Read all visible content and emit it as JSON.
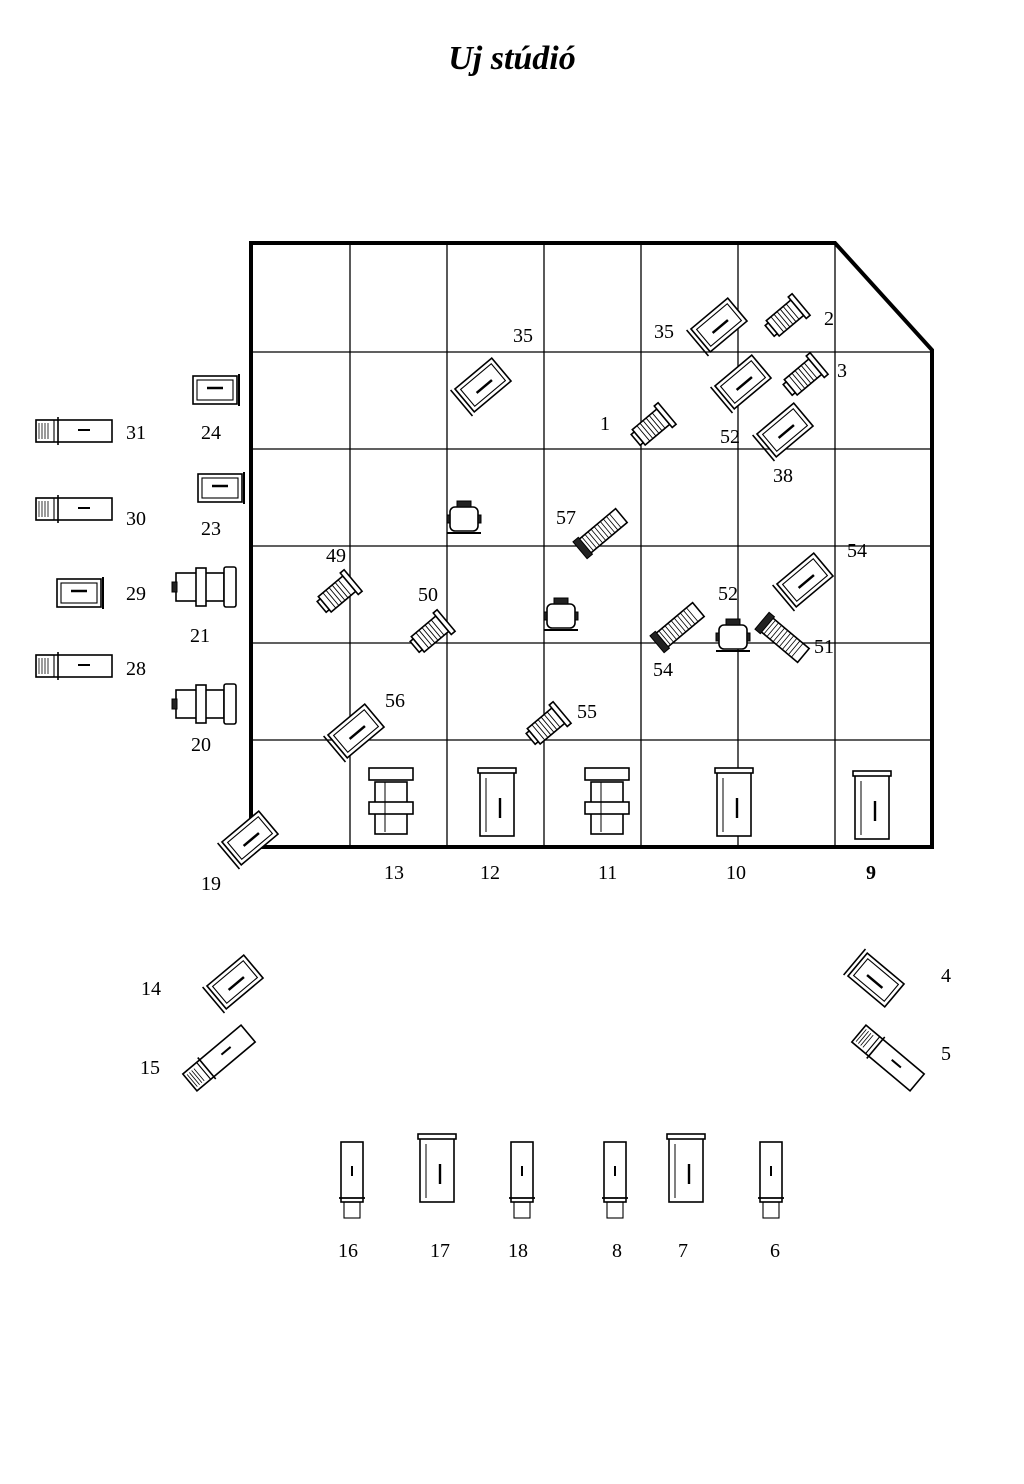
{
  "title": "Uj stúdió",
  "grid_labels": {
    "bottom": [
      "13",
      "12",
      "11",
      "10",
      "9"
    ]
  },
  "fixtures": [
    {
      "id": "f35a",
      "label": "35",
      "kind": "flood",
      "icon": "flood-icon"
    },
    {
      "id": "f35b",
      "label": "35",
      "kind": "flood",
      "icon": "flood-icon"
    },
    {
      "id": "f2",
      "label": "2",
      "kind": "spot",
      "icon": "spot-icon"
    },
    {
      "id": "f3",
      "label": "3",
      "kind": "spot",
      "icon": "spot-icon"
    },
    {
      "id": "f1",
      "label": "1",
      "kind": "spot",
      "icon": "spot-icon"
    },
    {
      "id": "f52a",
      "label": "52",
      "kind": "flood",
      "icon": "flood-icon"
    },
    {
      "id": "f38",
      "label": "38",
      "kind": "flood",
      "icon": "flood-icon"
    },
    {
      "id": "f57",
      "label": "57",
      "kind": "fresnel",
      "icon": "fresnel-icon"
    },
    {
      "id": "f54a",
      "label": "54",
      "kind": "flood",
      "icon": "flood-icon"
    },
    {
      "id": "f49",
      "label": "49",
      "kind": "spot",
      "icon": "spot-icon"
    },
    {
      "id": "f50",
      "label": "50",
      "kind": "spot",
      "icon": "spot-icon"
    },
    {
      "id": "f52b",
      "label": "52",
      "kind": "par",
      "icon": "par-icon"
    },
    {
      "id": "f54b",
      "label": "54",
      "kind": "fresnel",
      "icon": "fresnel-icon"
    },
    {
      "id": "f51",
      "label": "51",
      "kind": "fresnel",
      "icon": "fresnel-icon"
    },
    {
      "id": "f56",
      "label": "56",
      "kind": "flood",
      "icon": "flood-icon"
    },
    {
      "id": "f55",
      "label": "55",
      "kind": "spot",
      "icon": "spot-icon"
    },
    {
      "id": "f24",
      "label": "24",
      "kind": "box",
      "icon": "box-light-icon"
    },
    {
      "id": "f23",
      "label": "23",
      "kind": "box",
      "icon": "box-light-icon"
    },
    {
      "id": "f21",
      "label": "21",
      "kind": "profile",
      "icon": "profile-icon"
    },
    {
      "id": "f20",
      "label": "20",
      "kind": "profile",
      "icon": "profile-icon"
    },
    {
      "id": "f31",
      "label": "31",
      "kind": "long",
      "icon": "long-spot-icon"
    },
    {
      "id": "f30",
      "label": "30",
      "kind": "long",
      "icon": "long-spot-icon"
    },
    {
      "id": "f29",
      "label": "29",
      "kind": "box",
      "icon": "box-light-icon"
    },
    {
      "id": "f28",
      "label": "28",
      "kind": "long",
      "icon": "long-spot-icon"
    },
    {
      "id": "f19",
      "label": "19",
      "kind": "flood",
      "icon": "flood-icon"
    },
    {
      "id": "f14",
      "label": "14",
      "kind": "flood",
      "icon": "flood-icon"
    },
    {
      "id": "f15",
      "label": "15",
      "kind": "long",
      "icon": "long-spot-icon"
    },
    {
      "id": "f4",
      "label": "4",
      "kind": "flood",
      "icon": "flood-icon"
    },
    {
      "id": "f5",
      "label": "5",
      "kind": "long",
      "icon": "long-spot-icon"
    },
    {
      "id": "f16",
      "label": "16",
      "kind": "upright",
      "icon": "upright-spot-icon"
    },
    {
      "id": "f17",
      "label": "17",
      "kind": "upright-box",
      "icon": "upright-box-icon"
    },
    {
      "id": "f18",
      "label": "18",
      "kind": "upright",
      "icon": "upright-spot-icon"
    },
    {
      "id": "f8",
      "label": "8",
      "kind": "upright",
      "icon": "upright-spot-icon"
    },
    {
      "id": "f7",
      "label": "7",
      "kind": "upright-box",
      "icon": "upright-box-icon"
    },
    {
      "id": "f6",
      "label": "6",
      "kind": "upright",
      "icon": "upright-spot-icon"
    },
    {
      "id": "g13",
      "label": "",
      "kind": "profile-up",
      "icon": "profile-up-icon"
    },
    {
      "id": "g12",
      "label": "",
      "kind": "upright-box",
      "icon": "upright-box-icon"
    },
    {
      "id": "g11",
      "label": "",
      "kind": "profile-up",
      "icon": "profile-up-icon"
    },
    {
      "id": "g10",
      "label": "",
      "kind": "upright-box",
      "icon": "upright-box-icon"
    },
    {
      "id": "g9",
      "label": "",
      "kind": "upright-box",
      "icon": "upright-box-icon"
    },
    {
      "id": "p1",
      "label": "",
      "kind": "par",
      "icon": "par-icon"
    },
    {
      "id": "p2",
      "label": "",
      "kind": "par",
      "icon": "par-icon"
    }
  ]
}
